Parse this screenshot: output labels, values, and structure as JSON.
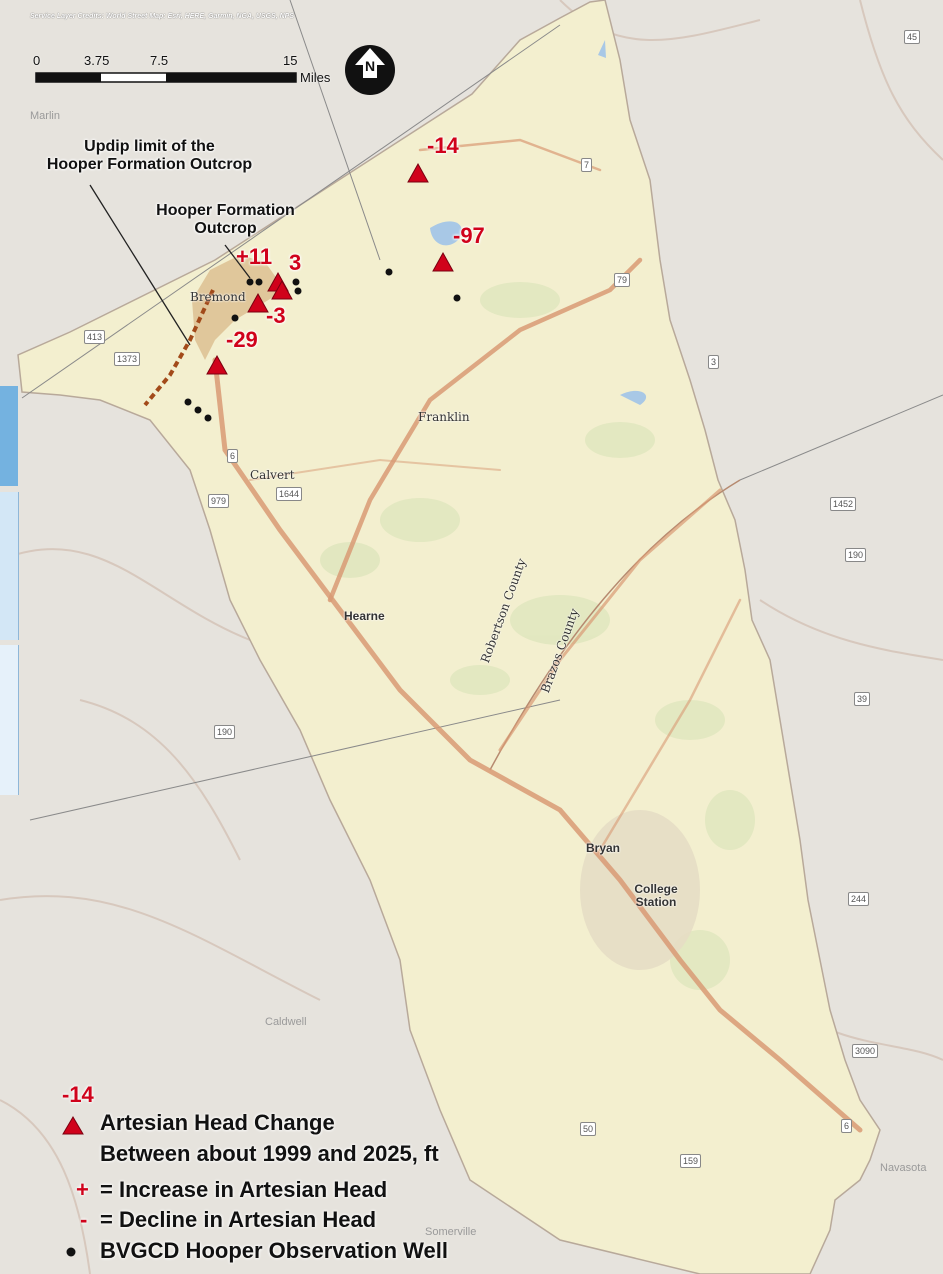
{
  "credits": "Service Layer Credits: World Street Map: Esri, HERE, Garmin, NGA, USGS, NPS",
  "scale_bar": {
    "ticks": [
      "0",
      "3.75",
      "7.5",
      "15"
    ],
    "unit": "Miles"
  },
  "north_arrow": {
    "letter": "N"
  },
  "annotations": {
    "updip_line1": "Updip limit of the",
    "updip_line2": "Hooper Formation Outcrop",
    "outcrop_line1": "Hooper Formation",
    "outcrop_line2": "Outcrop"
  },
  "places": {
    "bremond": "Bremond",
    "franklin": "Franklin",
    "calvert": "Calvert",
    "hearne": "Hearne",
    "bryan": "Bryan",
    "college_station": "College Station",
    "college": "College",
    "station": "Station",
    "robertson": "Robertson County",
    "brazos": "Brazos County",
    "marlin": "Marlin",
    "caldwell": "Caldwell",
    "navasota": "Navasota",
    "somerville": "Somerville"
  },
  "highway_shields": [
    "7",
    "79",
    "413",
    "1373",
    "6",
    "1644",
    "979",
    "3",
    "1452",
    "190",
    "190",
    "244",
    "3090",
    "50",
    "159",
    "6",
    "45",
    "39"
  ],
  "head_changes": [
    {
      "label": "-14"
    },
    {
      "label": "-97"
    },
    {
      "label": "+11"
    },
    {
      "label": "3"
    },
    {
      "label": "-3"
    },
    {
      "label": "-29"
    }
  ],
  "legend": {
    "sample_value": "-14",
    "artesian_line1": "Artesian Head Change",
    "artesian_line2": "Between about 1999 and 2025, ft",
    "plus_symbol": "+",
    "plus_text": "= Increase in Artesian Head",
    "minus_symbol": "-",
    "minus_text": "= Decline in Artesian Head",
    "well_text": "BVGCD Hooper Observation Well"
  },
  "colors": {
    "county_fill": "#f3efcf",
    "background": "#e6e3dd",
    "highway": "#d89a74",
    "triangle": "#d0021b",
    "outcrop_fill": "#d9b98a",
    "outcrop_limit": "#a24a1a",
    "side_panel": "#74b2e0"
  }
}
